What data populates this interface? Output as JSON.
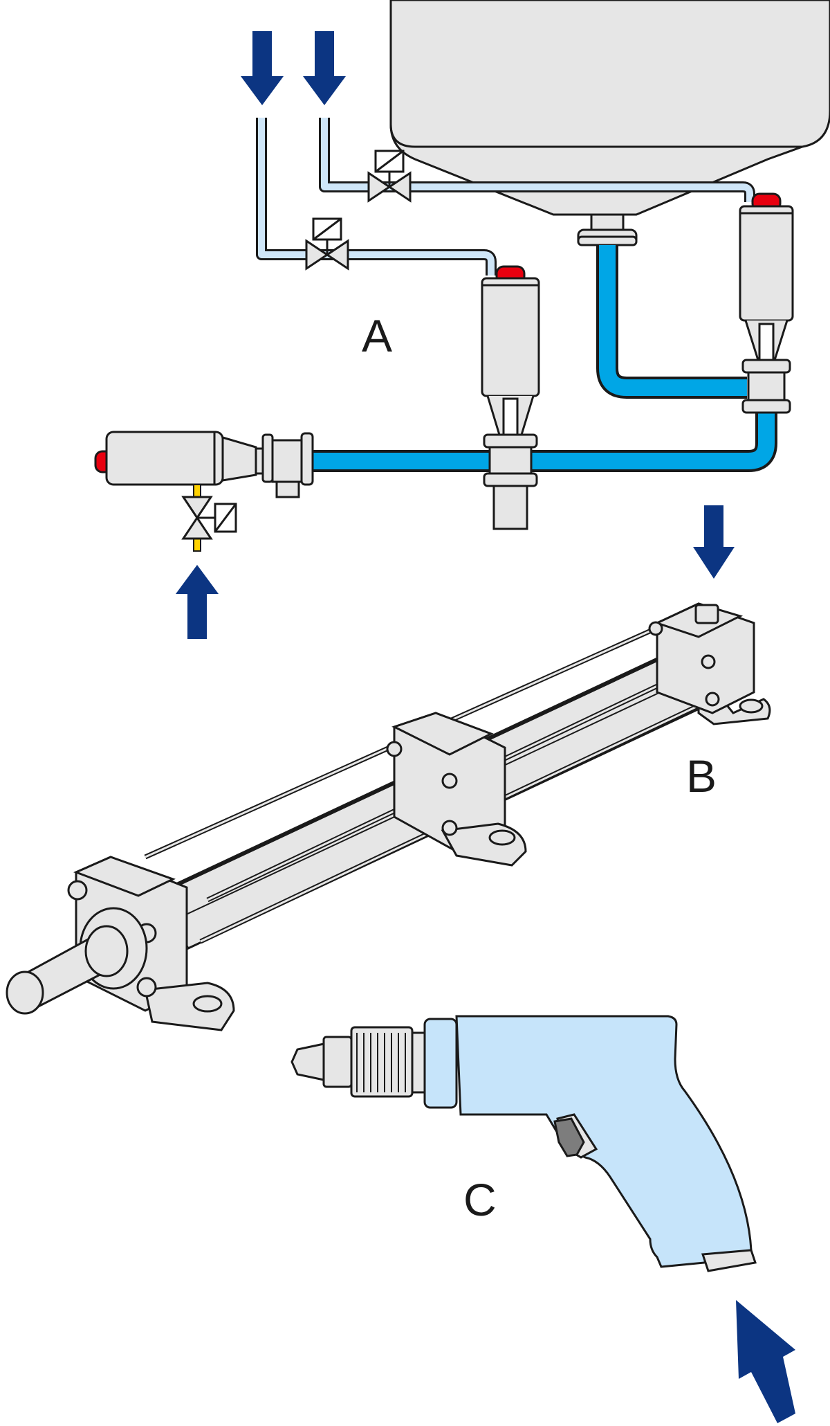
{
  "labels": {
    "a": "A",
    "b": "B",
    "c": "C"
  },
  "colors": {
    "arrow": "#0c3582",
    "pipe_light": "#cfe6f8",
    "pipe_main": "#00a6e6",
    "body_gray": "#e6e6e6",
    "outline": "#1a1a1a",
    "red_cap": "#e8000f",
    "yellow_stem": "#ffd200",
    "tool_body": "#c6e4fa",
    "trigger": "#7d7d7d"
  },
  "icons": {
    "flow_arrow": "arrow-icon",
    "solenoid_valve": "solenoid-valve-icon",
    "pneumatic_actuator": "actuator-icon",
    "pneumatic_cylinder": "cylinder-icon",
    "air_tool": "air-drill-icon"
  }
}
